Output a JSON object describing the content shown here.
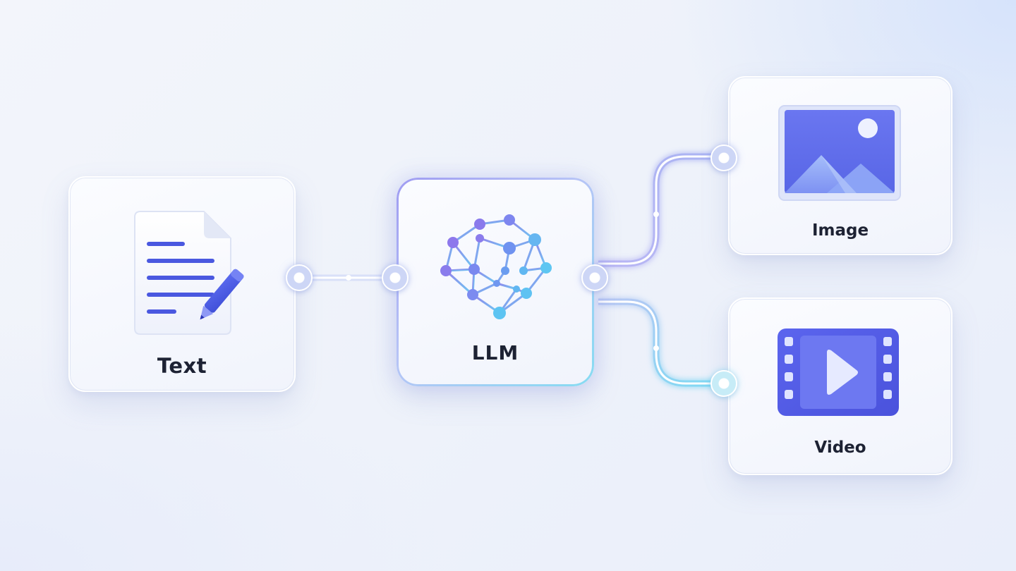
{
  "nodes": {
    "text": {
      "label": "Text",
      "icon": "document-pencil-icon"
    },
    "llm": {
      "label": "LLM",
      "icon": "neural-network-icon"
    },
    "image": {
      "label": "Image",
      "icon": "image-landscape-icon"
    },
    "video": {
      "label": "Video",
      "icon": "video-film-icon"
    }
  },
  "edges": [
    {
      "from": "Text",
      "to": "LLM"
    },
    {
      "from": "LLM",
      "to": "Image"
    },
    {
      "from": "LLM",
      "to": "Video"
    }
  ],
  "colors": {
    "accent_indigo": "#5a5ce6",
    "accent_violet": "#9b86ee",
    "accent_cyan": "#6fd8f2",
    "text_dark": "#1d2233"
  }
}
